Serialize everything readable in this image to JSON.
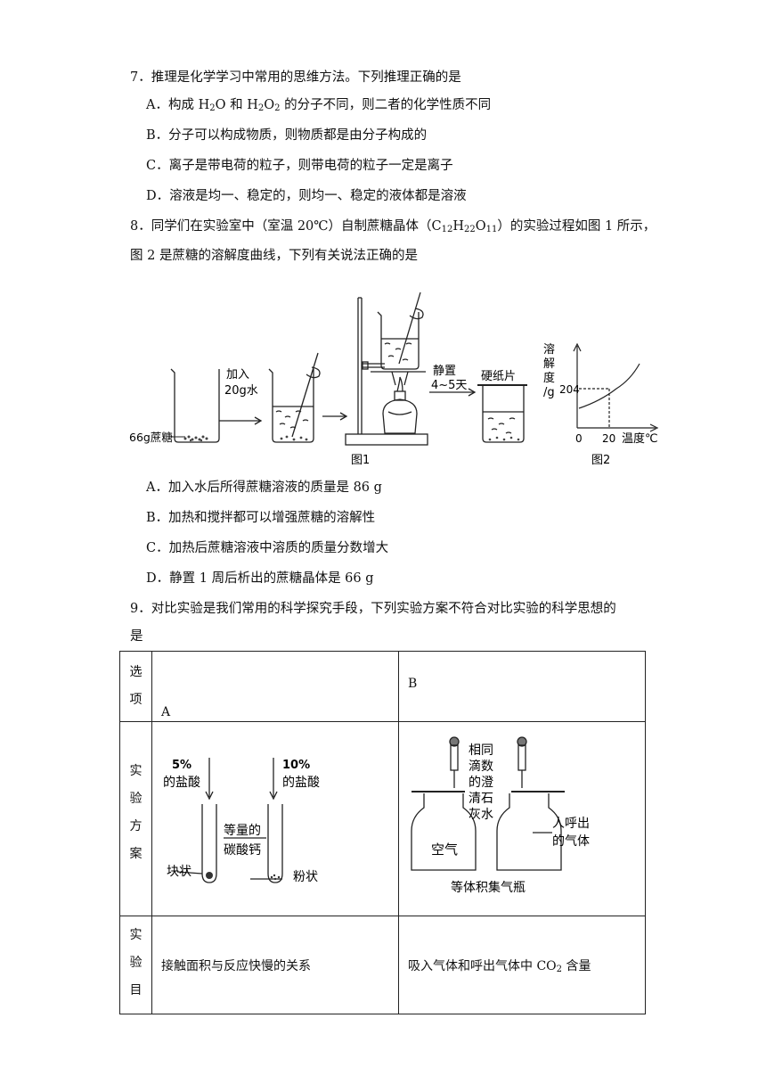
{
  "q7": {
    "stem": "7．推理是化学学习中常用的思维方法。下列推理正确的是",
    "A": {
      "pre": "A．构成 H",
      "mid1": "O 和 H",
      "mid2": "O",
      "post": " 的分子不同，则二者的化学性质不同",
      "s1": "2",
      "s2": "2",
      "s3": "2"
    },
    "B": "B．分子可以构成物质，则物质都是由分子构成的",
    "C": "C．离子是带电荷的粒子，则带电荷的粒子一定是离子",
    "D": "D．溶液是均一、稳定的，则均一、稳定的液体都是溶液"
  },
  "q8": {
    "stem_pre": "8．同学们在实验室中（室温 20℃）自制蔗糖晶体（C",
    "c_sub": "12",
    "h": "H",
    "h_sub": "22",
    "o": "O",
    "o_sub": "11",
    "stem_post": "）的实验过程如图 1 所示，",
    "stem2": "图 2 是蔗糖的溶解度曲线，下列有关说法正确的是",
    "fig1": {
      "sugar_label": "66g蔗糖",
      "add_label1": "加入",
      "add_label2": "20g水",
      "rest_label1": "静置",
      "rest_label2": "4~5天",
      "card_label": "硬纸片",
      "caption": "图1"
    },
    "fig2": {
      "ylabel": [
        "溶",
        "解",
        "度",
        "/g"
      ],
      "y_tick": "204",
      "x_tick0": "0",
      "x_tick20": "20",
      "xlabel": "温度℃",
      "caption": "图2"
    },
    "A": "A．加入水后所得蔗糖溶液的质量是 86 g",
    "B": "B．加热和搅拌都可以增强蔗糖的溶解性",
    "C": "C．加热后蔗糖溶液中溶质的质量分数增大",
    "D": "D．静置  1  周后析出的蔗糖晶体是 66 g"
  },
  "q9": {
    "stem": "9．对比实验是我们常用的科学探究手段，下列实验方案不符合对比实验的科学思想的",
    "stem2": "是",
    "table": {
      "row1_header": [
        "选",
        "项"
      ],
      "colA": "A",
      "colB": "B",
      "row2_header": [
        "实",
        "验",
        "方",
        "案"
      ],
      "row3_header": [
        "实",
        "验",
        "目"
      ],
      "A_fig": {
        "acid1_line1": "5%",
        "acid1_line2": "的盐酸",
        "acid2_line1": "10%",
        "acid2_line2": "的盐酸",
        "middle1": "等量的",
        "middle2": "碳酸钙",
        "lump": "块状",
        "powder": "粉状"
      },
      "B_fig": {
        "drops": [
          "相同",
          "滴数",
          "的澄",
          "清石",
          "灰水"
        ],
        "air": "空气",
        "exhale1": "人呼出",
        "exhale2": "的气体",
        "bottles": "等体积集气瓶"
      },
      "A_purpose": "接触面积与反应快慢的关系",
      "B_purpose_pre": "吸入气体和呼出气体中 CO",
      "B_purpose_sub": "2",
      "B_purpose_post": " 含量"
    }
  }
}
